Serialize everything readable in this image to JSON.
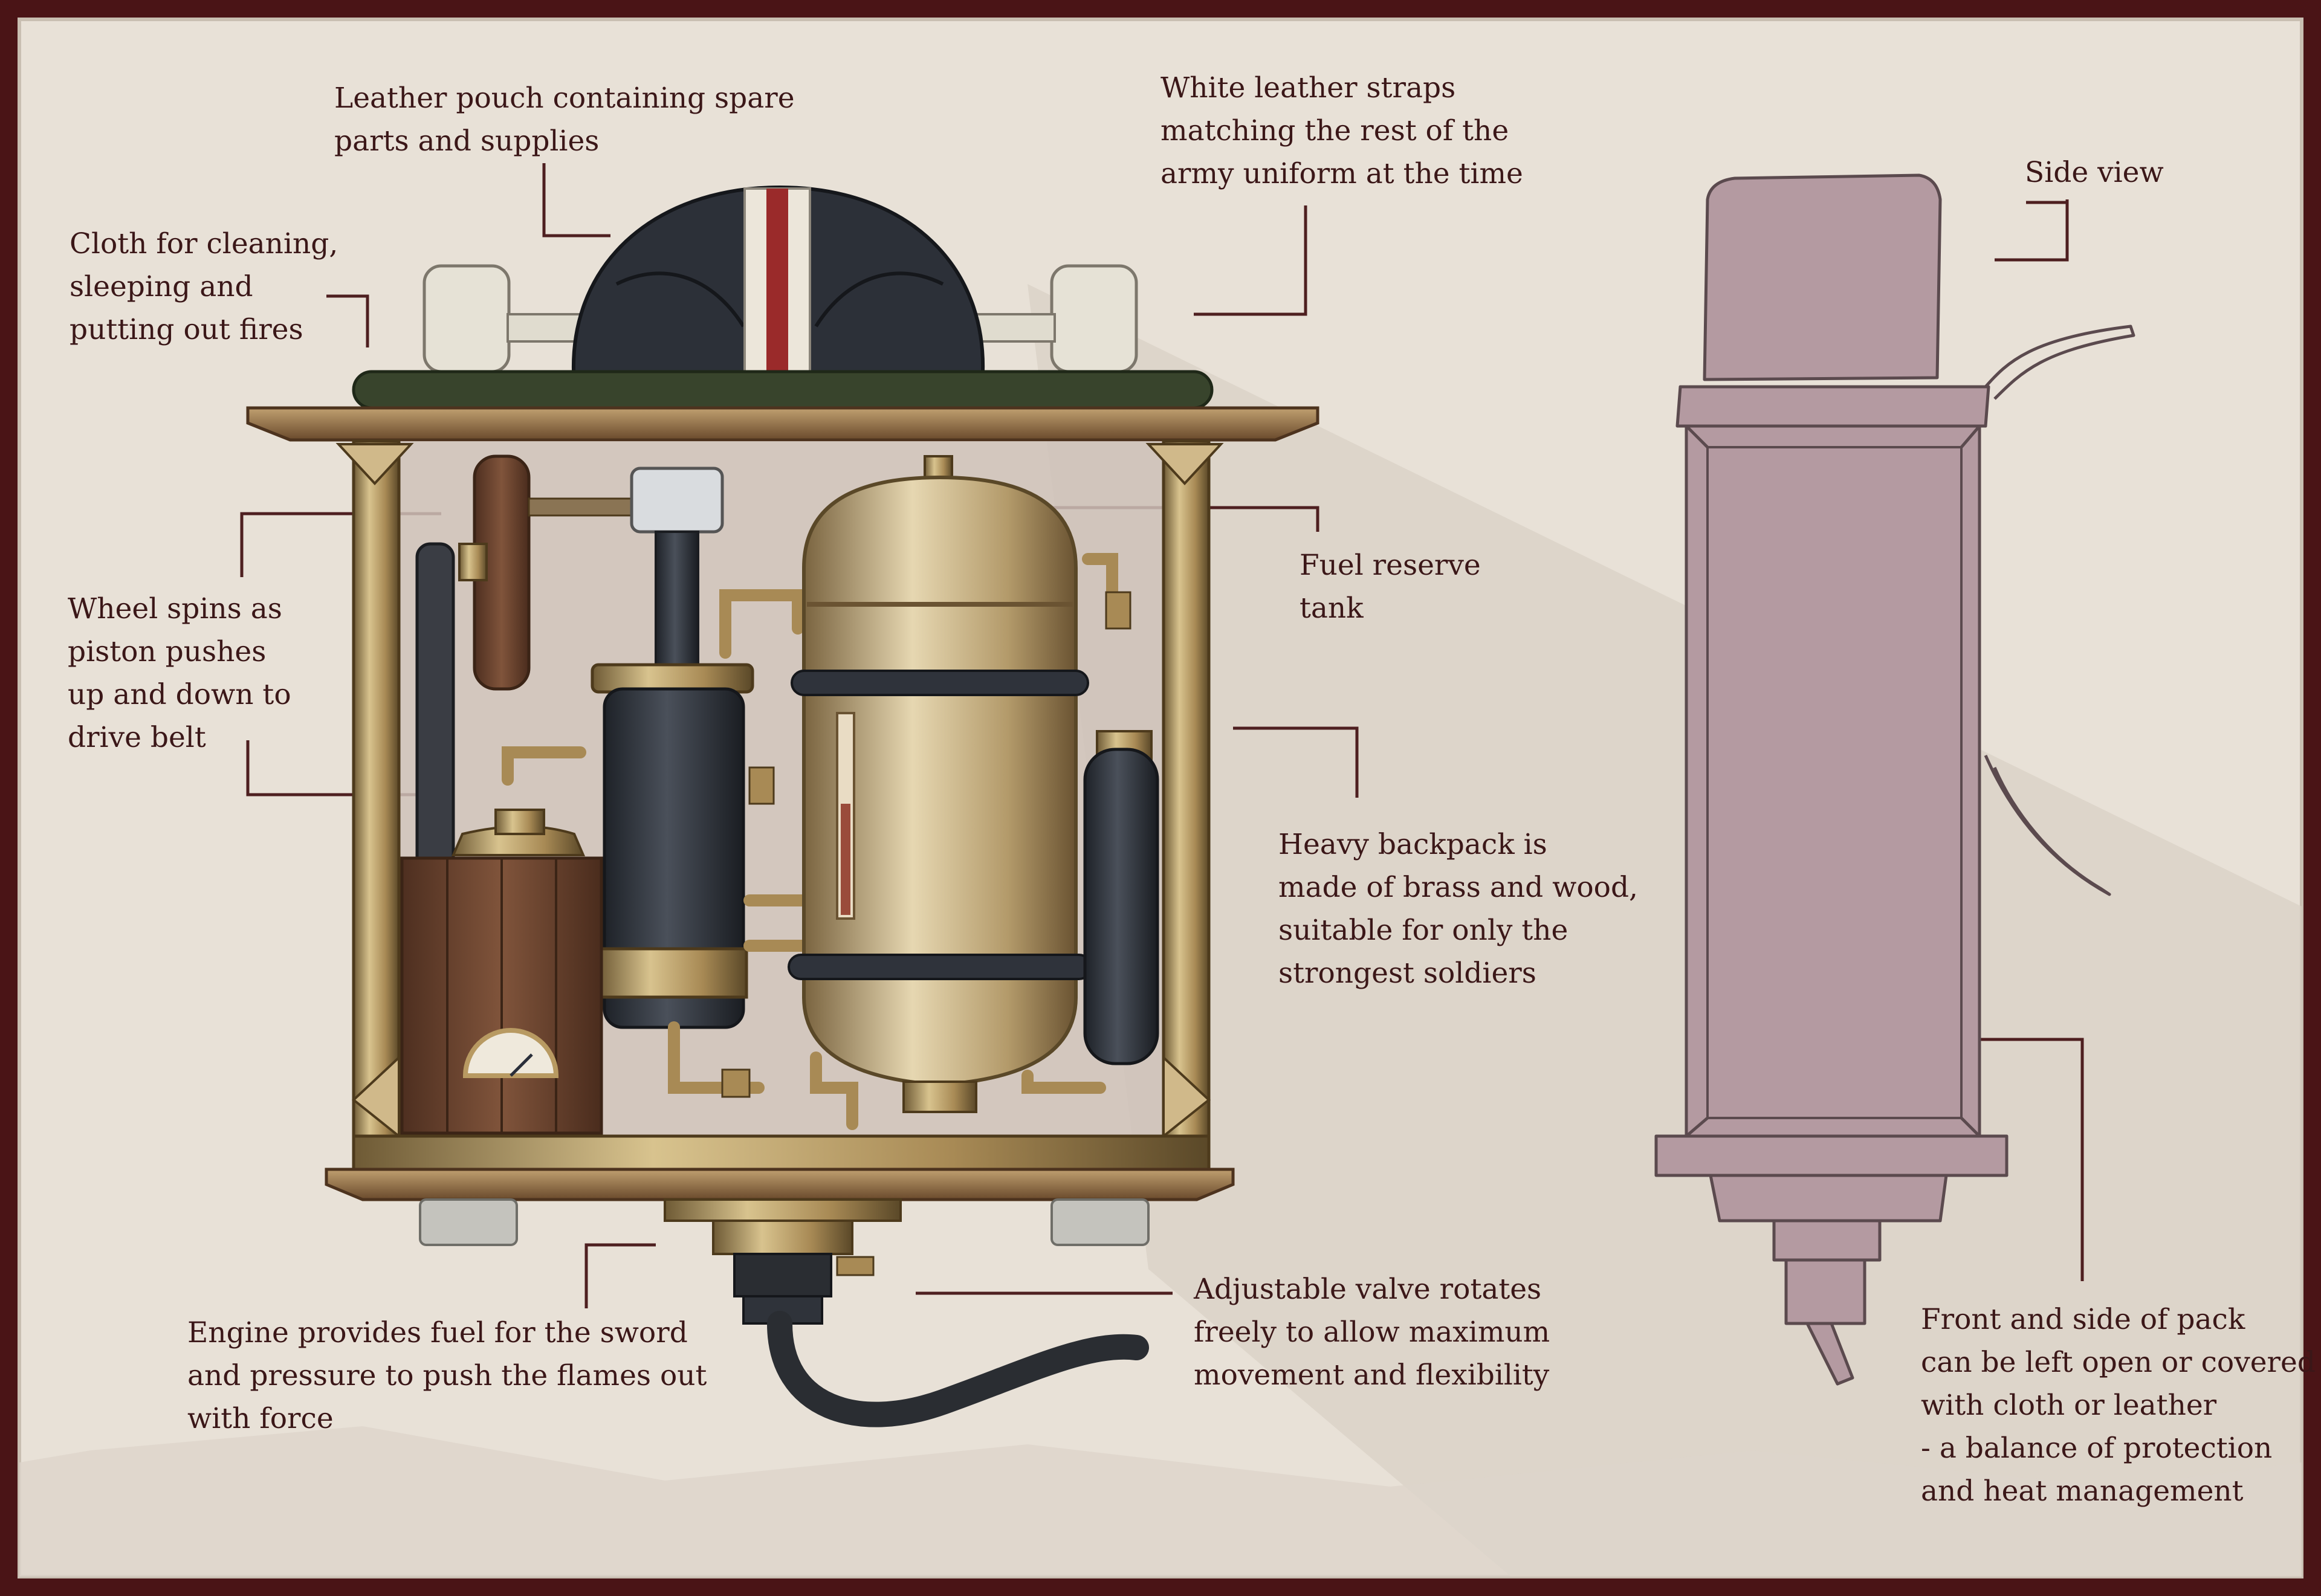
{
  "colors": {
    "frame": "#4a1416",
    "paper": "#e8e1d7",
    "ink": "#3b1718",
    "leader": "#4e1f20",
    "brass": "#b89a62",
    "wood": "#6e4630",
    "pouch": "#2c3038",
    "strap_red": "#9a2a2a",
    "sketch_fill": "#b49aa1"
  },
  "annotations": {
    "pouch": "Leather pouch containing spare\nparts and supplies",
    "straps": "White leather straps\nmatching the rest of the\narmy uniform at the time",
    "side_view": "Side view",
    "cloth": "Cloth for cleaning,\nsleeping and\nputting out fires",
    "fuel_tank": "Fuel reserve\ntank",
    "wheel": "Wheel spins as\npiston pushes\nup and down to\ndrive belt",
    "backpack": "Heavy backpack is\nmade of brass and wood,\nsuitable for only the\nstrongest soldiers",
    "engine": "Engine provides fuel for the sword\nand pressure to push the flames out\nwith force",
    "valve": "Adjustable valve rotates\nfreely to allow maximum\nmovement and flexibility",
    "front_side": "Front and side of pack\ncan be left open or covered\nwith cloth or leather\n- a balance of protection\nand heat management"
  }
}
